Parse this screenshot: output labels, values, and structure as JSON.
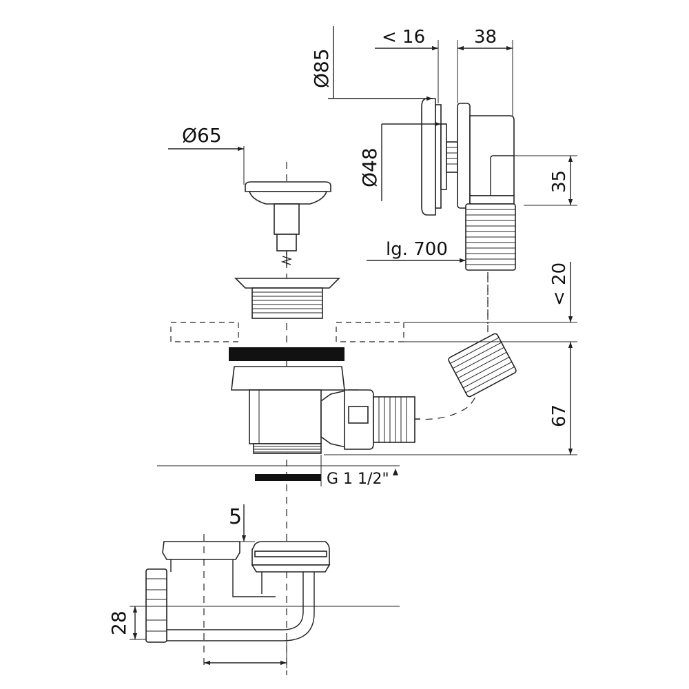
{
  "labels": {
    "d85": "Ø85",
    "lt16": "< 16",
    "d38": "38",
    "d65": "Ø65",
    "d48": "Ø48",
    "d35": "35",
    "lg700": "lg. 700",
    "lt20": "< 20",
    "d67": "67",
    "thread": "G 1 1/2\"",
    "d5": "5",
    "d28": "28"
  }
}
